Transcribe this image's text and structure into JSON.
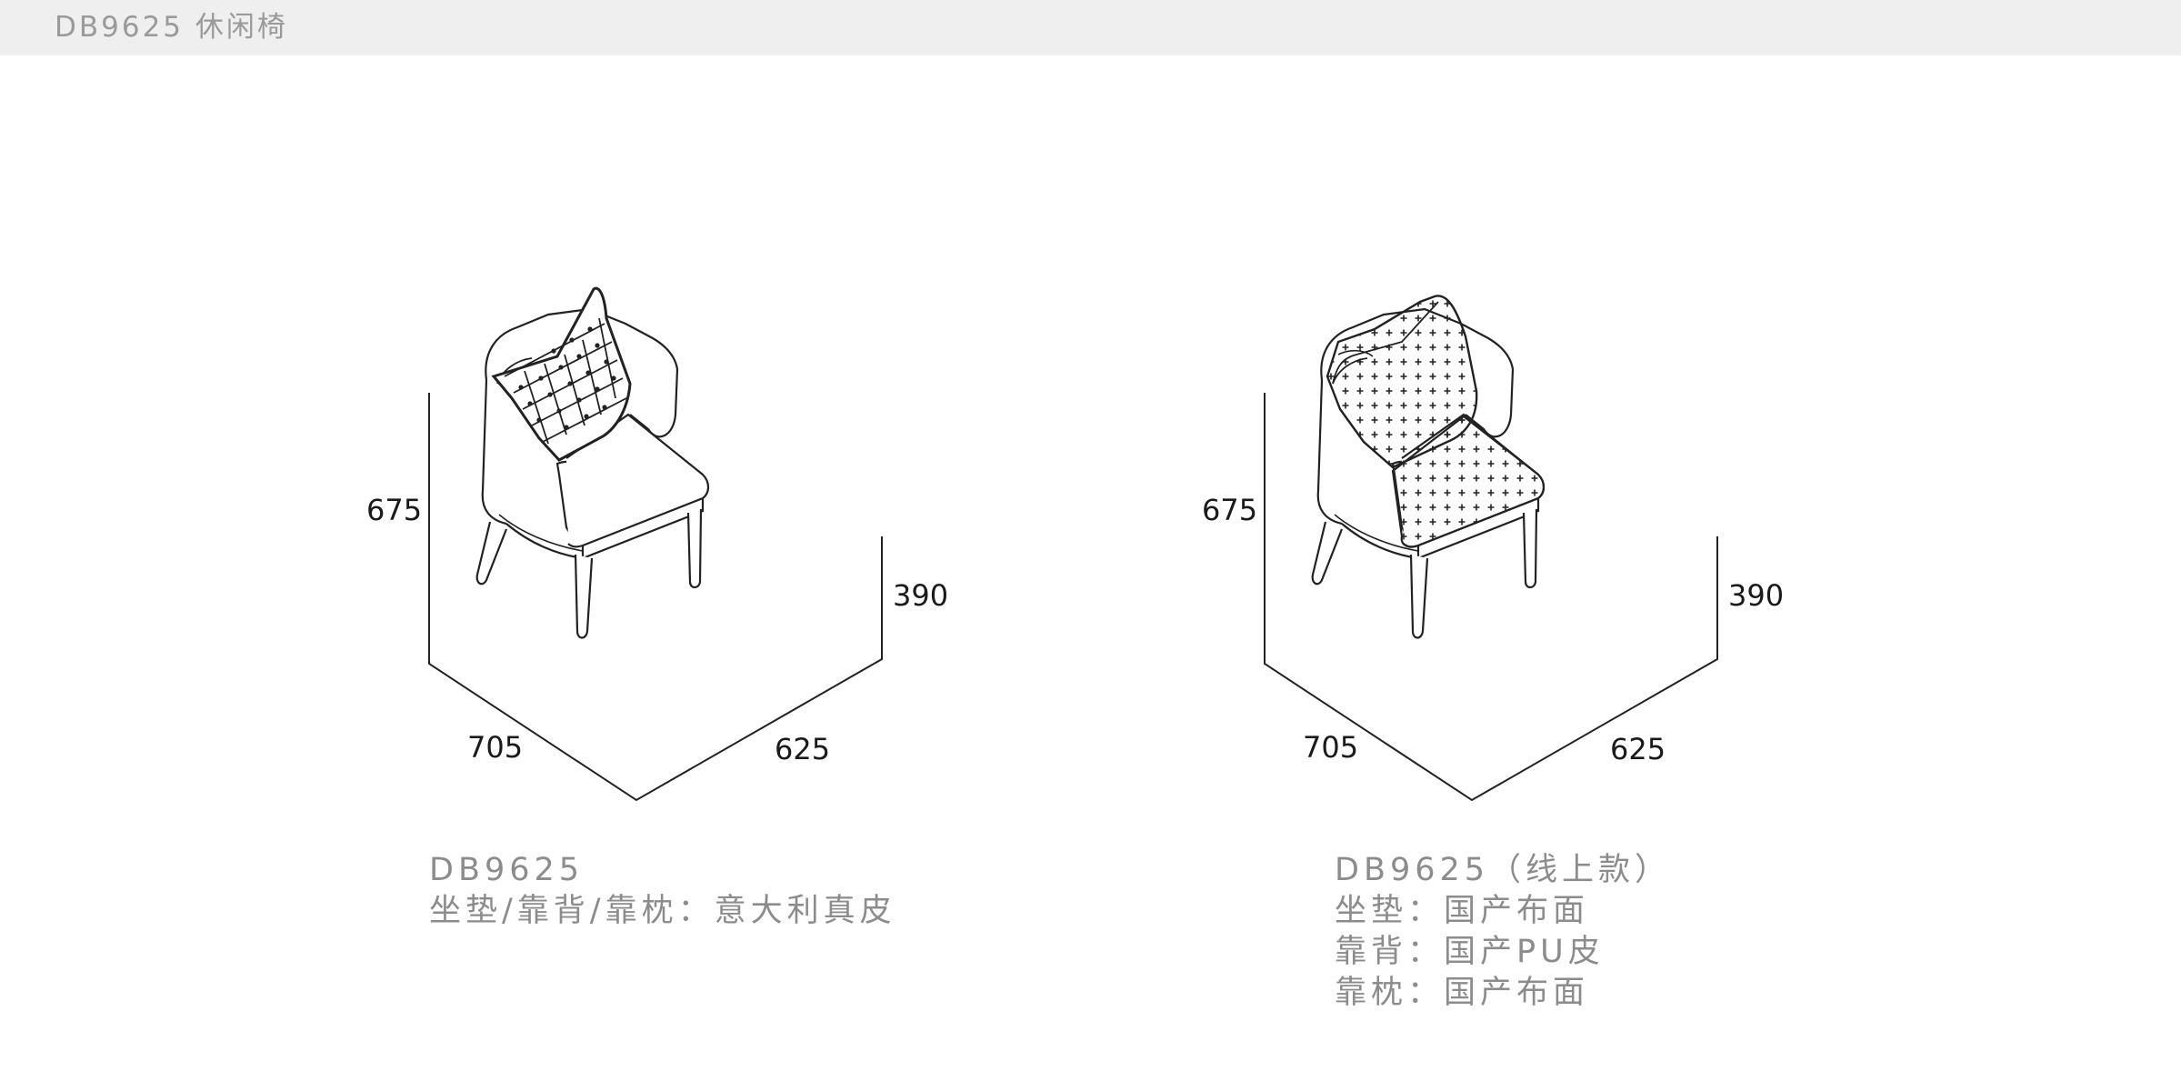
{
  "header": {
    "title": "DB9625 休闲椅"
  },
  "products": [
    {
      "dimensions": {
        "height": "675",
        "seat_height": "390",
        "depth": "705",
        "width": "625"
      },
      "caption_lines": [
        "DB9625",
        "坐垫/靠背/靠枕：意大利真皮"
      ]
    },
    {
      "dimensions": {
        "height": "675",
        "seat_height": "390",
        "depth": "705",
        "width": "625"
      },
      "caption_lines": [
        "DB9625（线上款）",
        "坐垫：国产布面",
        "靠背：国产PU皮",
        "靠枕：国产布面"
      ]
    }
  ]
}
